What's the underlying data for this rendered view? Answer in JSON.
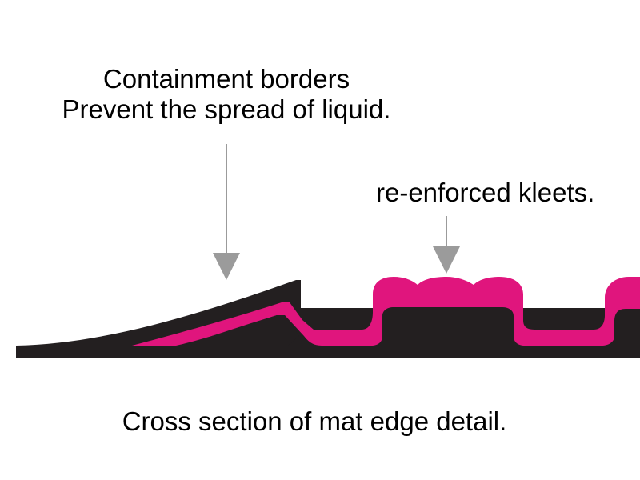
{
  "labels": {
    "containment_line1": "Containment borders",
    "containment_line2": "Prevent the spread of liquid.",
    "kleets": "re-enforced kleets.",
    "caption": "Cross section of mat edge detail."
  },
  "colors": {
    "mat_base": "#231f20",
    "mat_top": "#e0157d",
    "arrow": "#9b9b9b",
    "background": "#ffffff"
  }
}
